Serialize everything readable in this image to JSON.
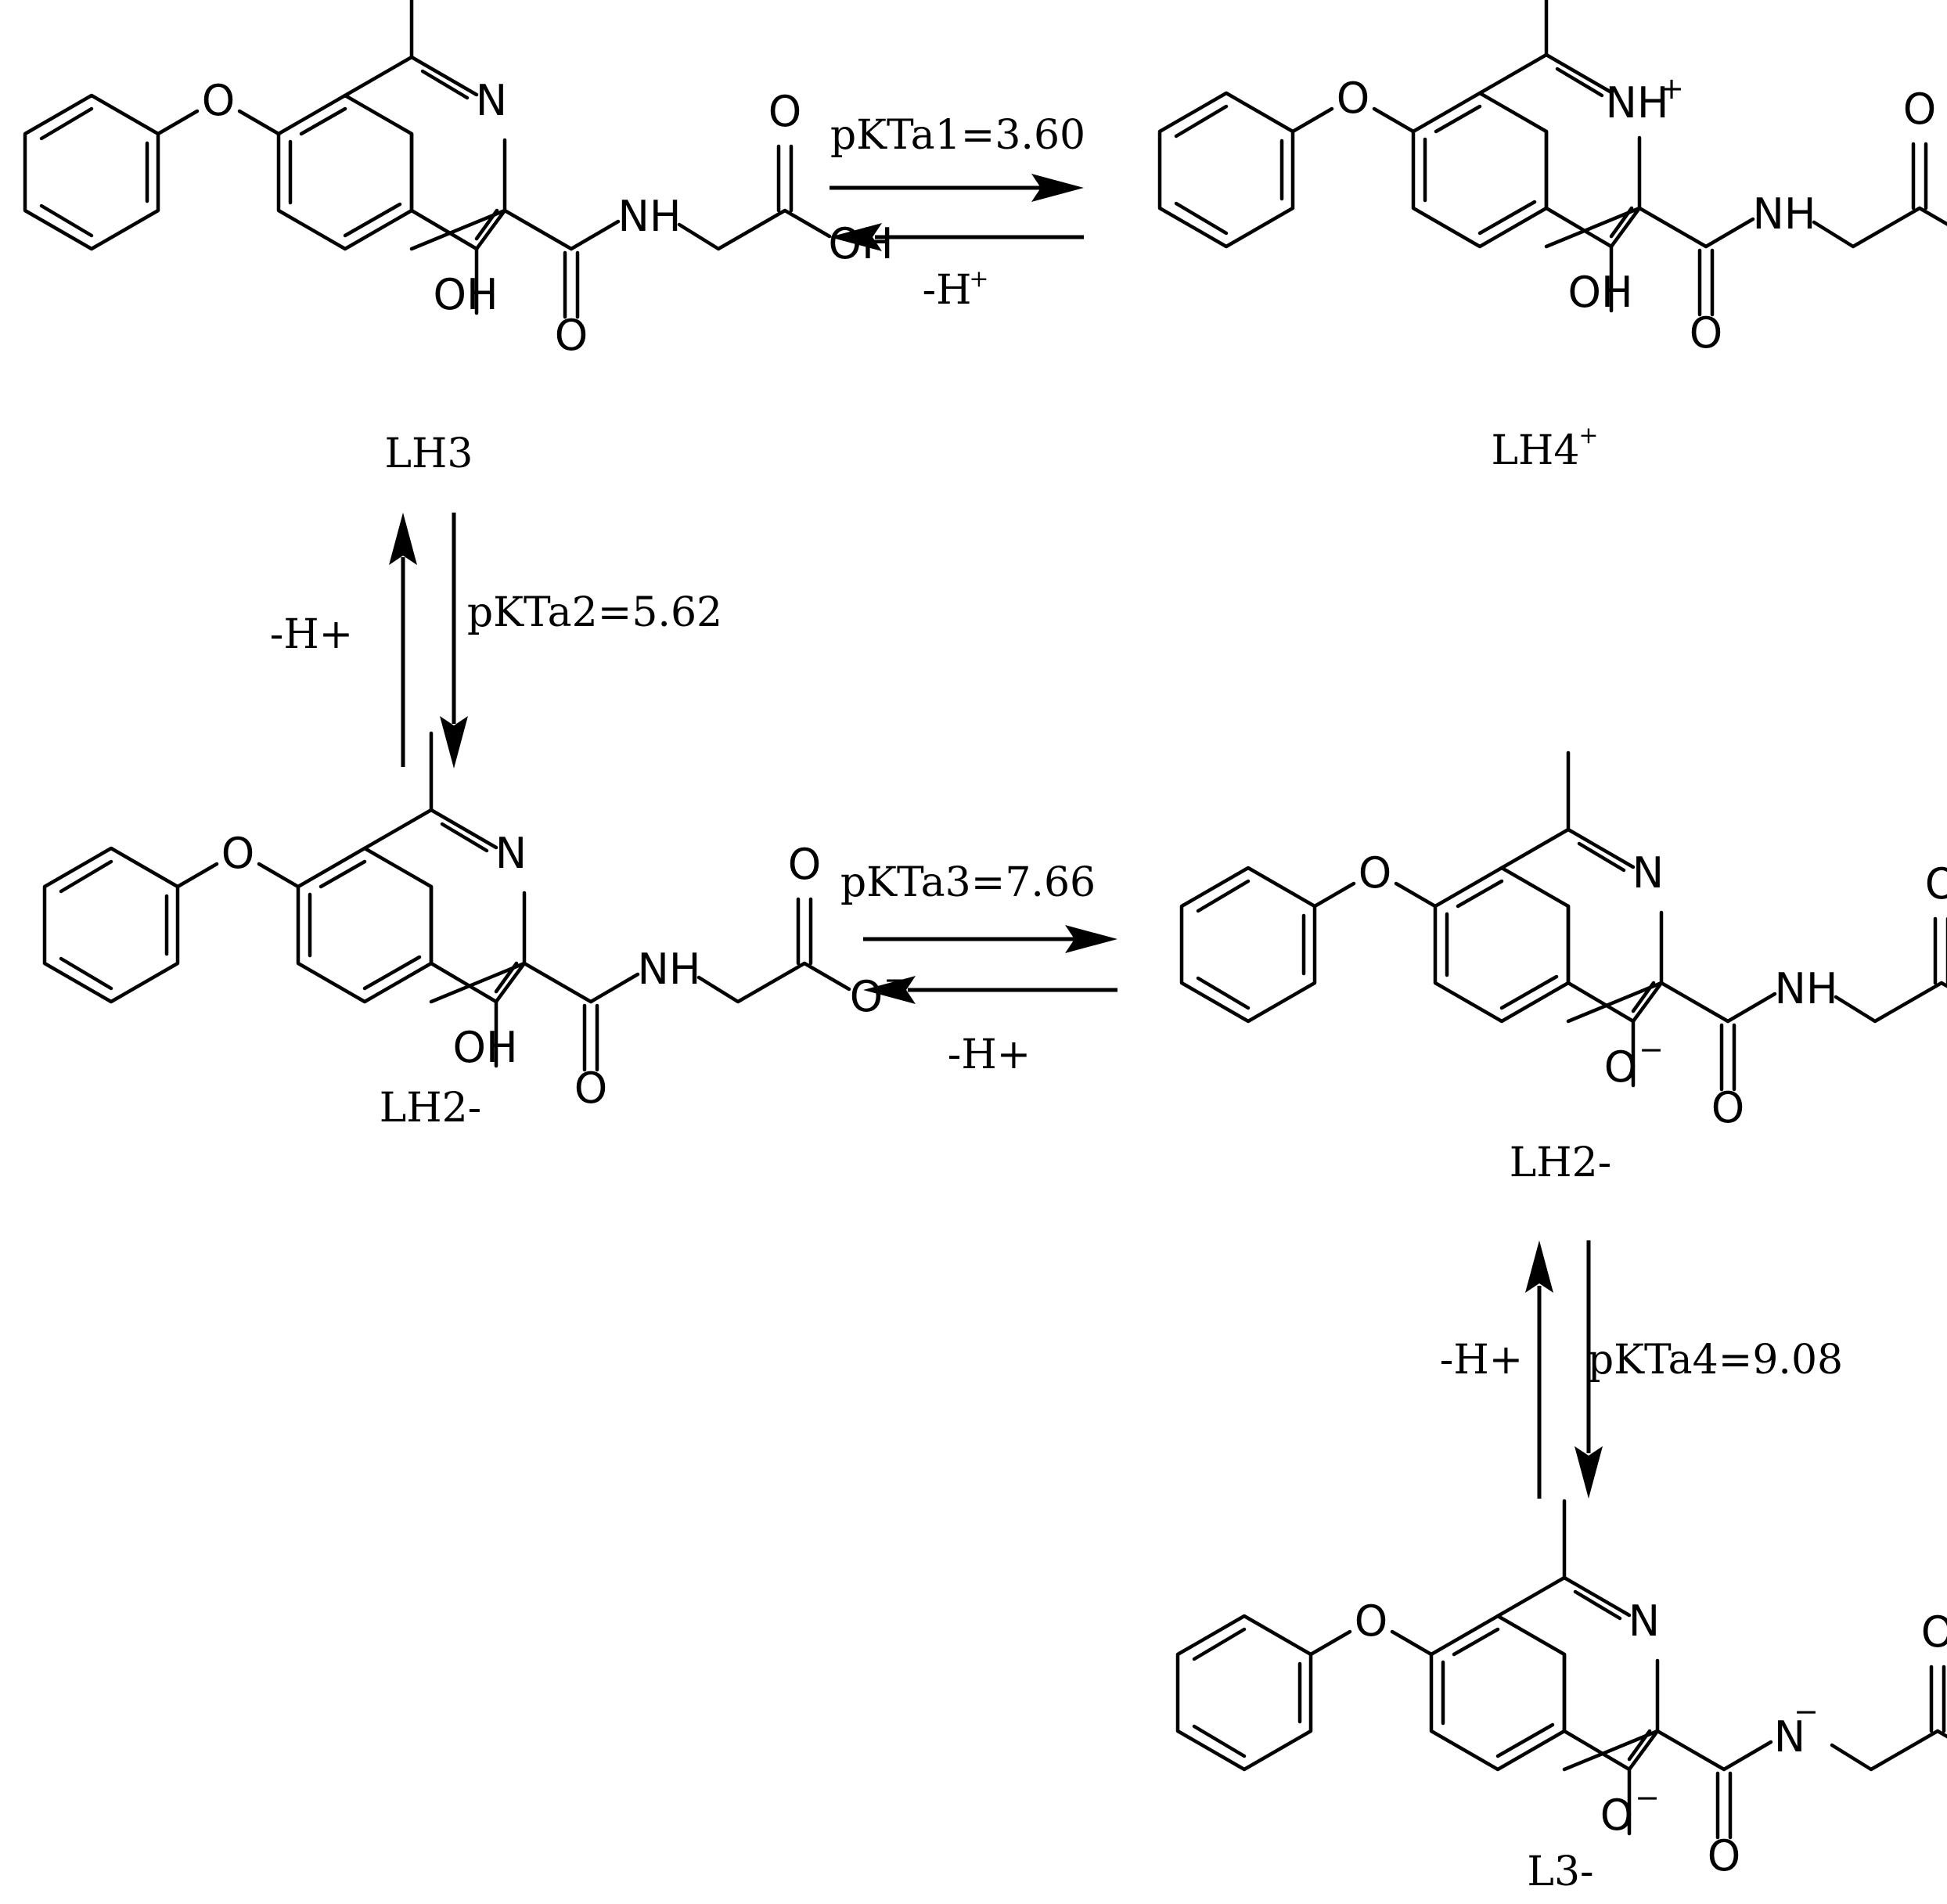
{
  "species": [
    {
      "id": "lh3",
      "label": "LH3",
      "label_sup": ""
    },
    {
      "id": "lh4",
      "label": "LH4",
      "label_sup": "+"
    },
    {
      "id": "lh2a",
      "label": "LH2-",
      "label_sup": ""
    },
    {
      "id": "lh2b",
      "label": "LH2-",
      "label_sup": ""
    },
    {
      "id": "l3",
      "label": "L3-",
      "label_sup": ""
    }
  ],
  "equilibria": [
    {
      "id": "eq1",
      "constant": "pKTa1=3.60",
      "reverse": "-H",
      "reverse_sup": "+"
    },
    {
      "id": "eq2",
      "constant": "pKTa2=5.62",
      "reverse": "-H+"
    },
    {
      "id": "eq3",
      "constant": "pKTa3=7.66",
      "reverse": "-H+"
    },
    {
      "id": "eq4",
      "constant": "pKTa4=9.08",
      "reverse": "-H+"
    }
  ],
  "atoms": {
    "O": "O",
    "N": "N",
    "NH": "NH",
    "OH": "OH",
    "H": "H",
    "plus": "+",
    "minus": "−"
  }
}
